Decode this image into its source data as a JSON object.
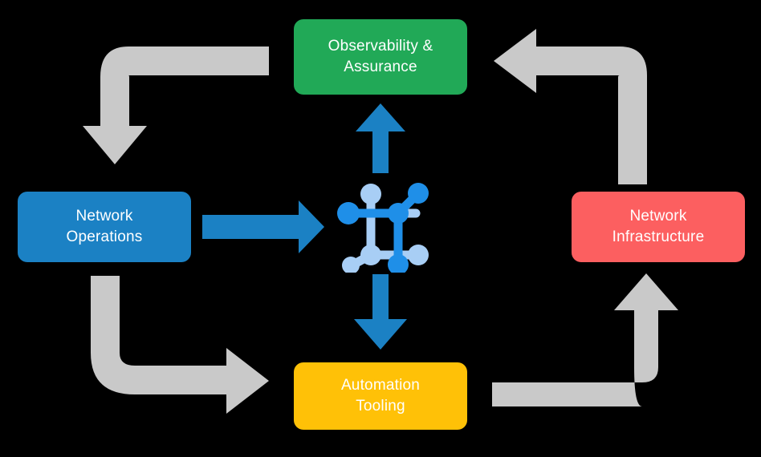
{
  "diagram": {
    "title": "Network operations lifecycle cycle diagram",
    "background_color": "#000000",
    "center_icon": {
      "name": "network-topology-icon",
      "primary_color": "#1f8fe8",
      "secondary_color": "#a8cef5"
    },
    "nodes": [
      {
        "id": "observability",
        "label": "Observability &\nAssurance",
        "color": "#21a957",
        "text_color": "#ffffff",
        "position": "top"
      },
      {
        "id": "operations",
        "label": "Network\nOperations",
        "color": "#1b81c4",
        "text_color": "#ffffff",
        "position": "left"
      },
      {
        "id": "infrastructure",
        "label": "Network\nInfrastructure",
        "color": "#fc5f60",
        "text_color": "#ffffff",
        "position": "right"
      },
      {
        "id": "automation",
        "label": "Automation\nTooling",
        "color": "#ffc107",
        "text_color": "#ffffff",
        "position": "bottom"
      }
    ],
    "connectors": [
      {
        "id": "operations-to-center",
        "name": "arrow-operations-to-center",
        "style": "straight",
        "direction": "right",
        "color": "#1b81c4",
        "from": "operations",
        "to": "center_icon"
      },
      {
        "id": "center-to-observability",
        "name": "arrow-center-to-observability",
        "style": "straight",
        "direction": "up",
        "color": "#1b81c4",
        "from": "center_icon",
        "to": "observability"
      },
      {
        "id": "center-to-automation",
        "name": "arrow-center-to-automation",
        "style": "straight",
        "direction": "down",
        "color": "#1b81c4",
        "from": "center_icon",
        "to": "automation"
      },
      {
        "id": "observability-to-operations",
        "name": "arrow-observability-to-operations",
        "style": "elbow",
        "direction": "down",
        "color": "#c9c9c9",
        "from": "observability",
        "to": "operations"
      },
      {
        "id": "infrastructure-to-observability",
        "name": "arrow-infrastructure-to-observability",
        "style": "elbow",
        "direction": "left",
        "color": "#c9c9c9",
        "from": "infrastructure",
        "to": "observability"
      },
      {
        "id": "operations-to-automation",
        "name": "arrow-operations-to-automation",
        "style": "elbow",
        "direction": "right",
        "color": "#c9c9c9",
        "from": "operations",
        "to": "automation"
      },
      {
        "id": "automation-to-infrastructure",
        "name": "arrow-automation-to-infrastructure",
        "style": "elbow",
        "direction": "up",
        "color": "#c9c9c9",
        "from": "automation",
        "to": "infrastructure"
      }
    ]
  }
}
